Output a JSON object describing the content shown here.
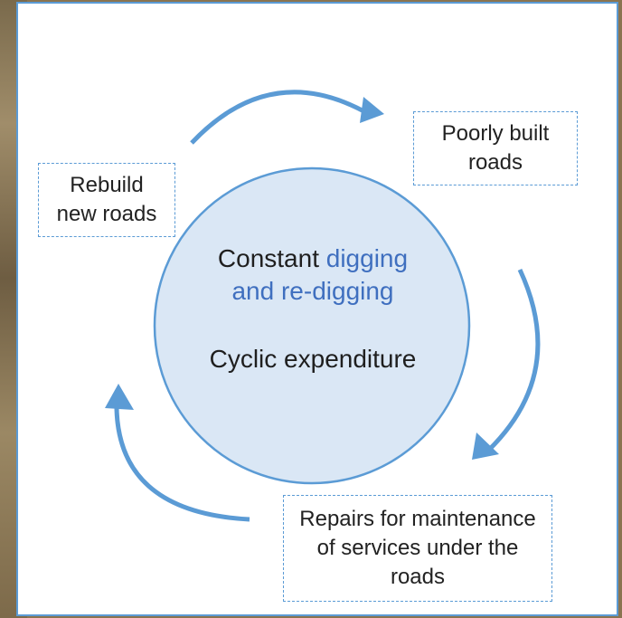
{
  "diagram": {
    "boxes": {
      "poorly_built": {
        "line1": "Poorly built",
        "line2": "roads"
      },
      "rebuild": {
        "line1": "Rebuild",
        "line2": "new roads"
      },
      "repairs": {
        "line1": "Repairs for maintenance",
        "line2": "of services under the",
        "line3": "roads"
      }
    },
    "center": {
      "prefix": "Constant",
      "highlight_a": "digging",
      "highlight_b": "and re-digging",
      "subtitle": "Cyclic expenditure"
    }
  },
  "colors": {
    "accent_blue": "#5b9bd5",
    "circle_fill": "#dae7f5",
    "highlight_text": "#3f6fbf"
  }
}
